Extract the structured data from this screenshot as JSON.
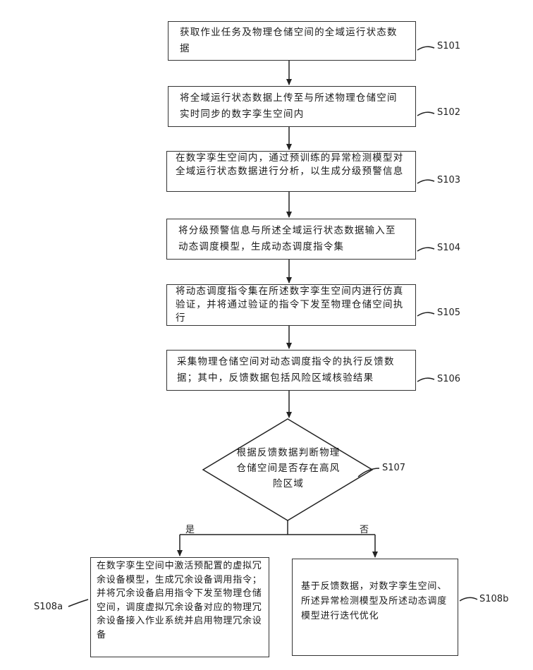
{
  "steps": {
    "s101": {
      "text": "获取作业任务及物理仓储空间的全域运行状态数据",
      "label": "S101"
    },
    "s102": {
      "text": "将全域运行状态数据上传至与所述物理仓储空间实时同步的数字孪生空间内",
      "label": "S102"
    },
    "s103": {
      "text": "在数字孪生空间内，通过预训练的异常检测模型对全域运行状态数据进行分析，以生成分级预警信息",
      "label": "S103"
    },
    "s104": {
      "text": "将分级预警信息与所述全域运行状态数据输入至动态调度模型，生成动态调度指令集",
      "label": "S104"
    },
    "s105": {
      "text": "将动态调度指令集在所述数字孪生空间内进行仿真验证，并将通过验证的指令下发至物理仓储空间执行",
      "label": "S105"
    },
    "s106": {
      "text": "采集物理仓储空间对动态调度指令的执行反馈数据；其中，反馈数据包括风险区域核验结果",
      "label": "S106"
    },
    "s107": {
      "text": "根据反馈数据判断物理仓储空间是否存在高风险区域",
      "label": "S107"
    },
    "s108a": {
      "text": "在数字孪生空间中激活预配置的虚拟冗余设备模型，生成冗余设备调用指令；并将冗余设备启用指令下发至物理仓储空间，调度虚拟冗余设备对应的物理冗余设备接入作业系统并启用物理冗余设备",
      "label": "S108a"
    },
    "s108b": {
      "text": "基于反馈数据，对数字孪生空间、所述异常检测模型及所述动态调度模型进行迭代优化",
      "label": "S108b"
    }
  },
  "branches": {
    "yes": "是",
    "no": "否"
  }
}
